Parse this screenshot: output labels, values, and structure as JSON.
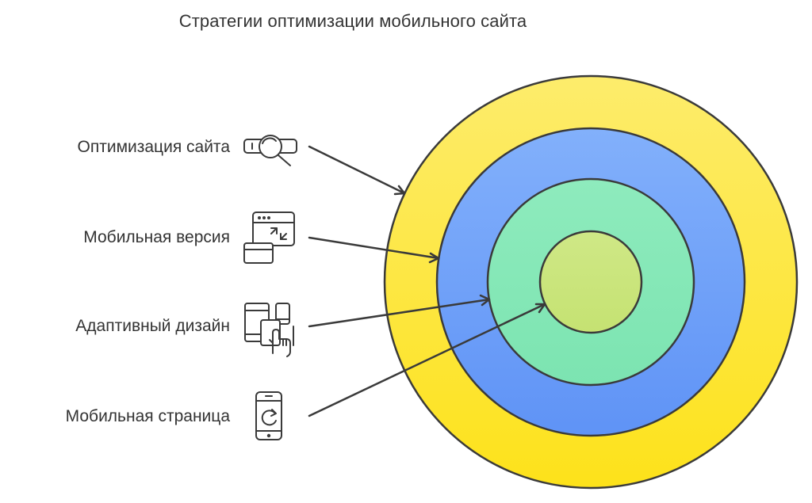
{
  "title": "Стратегии оптимизации мобильного сайта",
  "layers": [
    {
      "label": "Оптимизация сайта",
      "icon": "website-search-icon",
      "color": "#fce84a"
    },
    {
      "label": "Мобильная версия",
      "icon": "browser-window-resize-icon",
      "color": "#6f9ff8"
    },
    {
      "label": "Адаптивный дизайн",
      "icon": "responsive-devices-icon",
      "color": "#86e8b8"
    },
    {
      "label": "Мобильная страница",
      "icon": "mobile-refresh-icon",
      "color": "#cbe67e"
    }
  ],
  "colors": {
    "text": "#333333",
    "stroke": "#3a3a3a",
    "yellow": "#fce84a",
    "blue": "#6f9ff8",
    "green": "#86e8b8",
    "lime": "#cbe67e"
  }
}
